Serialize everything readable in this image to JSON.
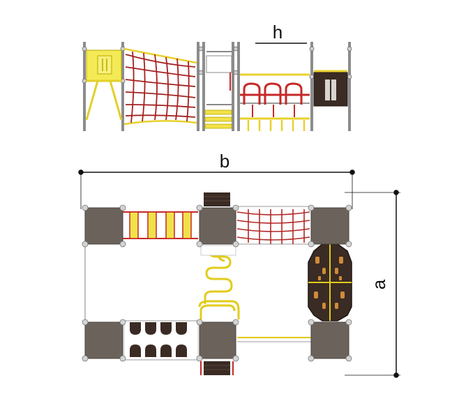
{
  "labels": {
    "height": "h",
    "width": "b",
    "depth": "a"
  },
  "colors": {
    "yellow": "#f2e24a",
    "red": "#c62828",
    "deck": "#6b625c",
    "post": "#9e9e9e",
    "dark": "#3b2a22",
    "line": "#111111"
  }
}
